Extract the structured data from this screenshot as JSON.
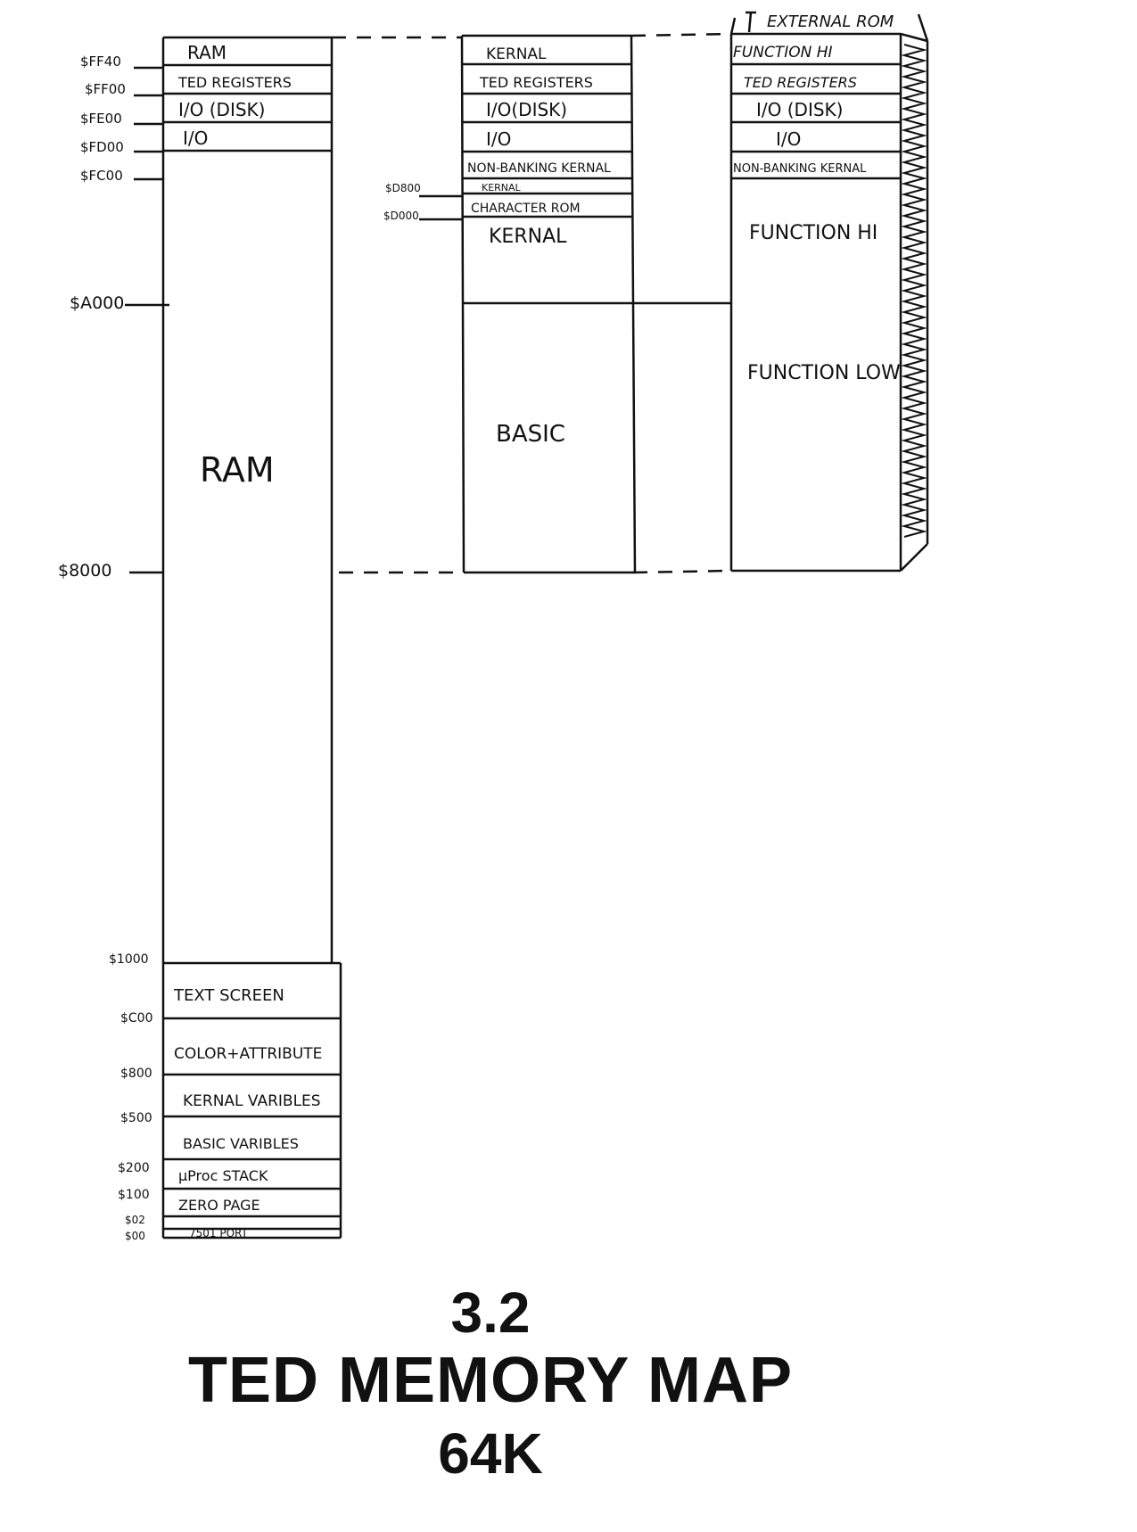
{
  "caption": {
    "number": "3.2",
    "title": "TED MEMORY MAP",
    "subtitle": "64K"
  },
  "colors": {
    "ink": "#111111",
    "paper": "#ffffff"
  },
  "ram_column": {
    "top_segments": [
      "RAM",
      "TED REGISTERS",
      "I/O (DISK)",
      "I/O"
    ],
    "main_label": "RAM",
    "bottom_segments": [
      "TEXT SCREEN",
      "COLOR+ATTRIBUTE",
      "KERNAL VARIBLES",
      "BASIC VARIBLES",
      "µProc STACK",
      "ZERO PAGE",
      "7501 PORT"
    ],
    "top_addresses": [
      "$FF40",
      "$FF00",
      "$FE00",
      "$FD00",
      "$FC00"
    ],
    "mid_addresses": [
      "$A000",
      "$8000"
    ],
    "bottom_addresses": [
      "$1000",
      "$C00",
      "$800",
      "$500",
      "$200",
      "$100",
      "$02",
      "$00"
    ]
  },
  "rom_column": {
    "segments": [
      "KERNAL",
      "TED REGISTERS",
      "I/O(DISK)",
      "I/O",
      "NON-BANKING KERNAL",
      "KERNAL",
      "CHARACTER ROM",
      "KERNAL",
      "BASIC"
    ],
    "addresses": [
      "$D800",
      "$D000"
    ]
  },
  "function_column": {
    "header": "EXTERNAL ROM",
    "segments": [
      "FUNCTION HI",
      "TED REGISTERS",
      "I/O (DISK)",
      "I/O",
      "NON-BANKING KERNAL",
      "FUNCTION HI",
      "FUNCTION LOW"
    ]
  }
}
